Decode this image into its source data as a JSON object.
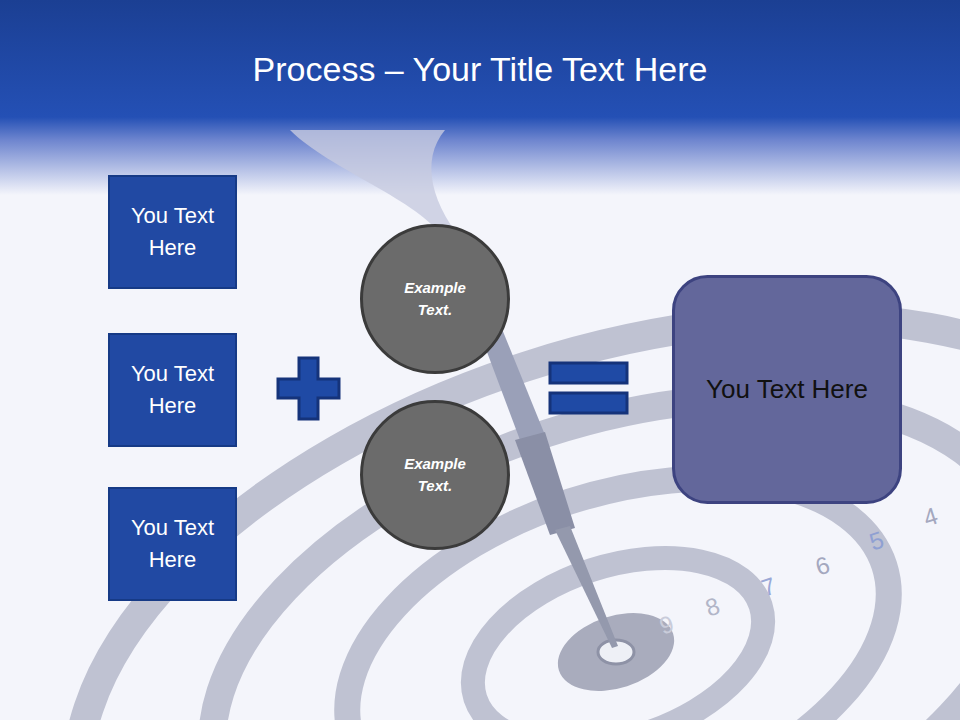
{
  "diagram": {
    "title": "Process – Your Title Text Here",
    "nodes": [
      {
        "text": [
          "You Text Here"
        ]
      },
      {
        "text": [
          "You Text Here"
        ]
      },
      {
        "text": [
          "You Text Here"
        ]
      },
      {
        "text": [
          "Example Text."
        ]
      },
      {
        "text": [
          "Example Text."
        ]
      },
      {
        "text": [
          "You Text Here"
        ]
      }
    ],
    "labels": [
      "4",
      "5",
      "6",
      "7",
      "8",
      "9"
    ]
  }
}
